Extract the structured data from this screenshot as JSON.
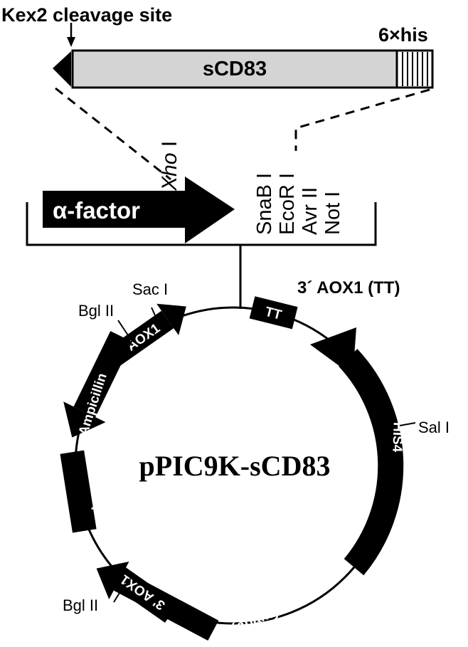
{
  "insert": {
    "kex2_label": "Kex2 cleavage site",
    "gene_label": "sCD83",
    "his_tag_label": "6×his"
  },
  "cassette": {
    "alpha_factor_label": "α-factor",
    "xho_site": "Xho",
    "xho_suffix": " I",
    "sites": [
      "SnaB I",
      "EcoR I",
      "Avr II",
      "Not I"
    ]
  },
  "plasmid": {
    "name": "pPIC9K-sCD83",
    "features": {
      "aox5": "5' AOX1",
      "tt": "TT",
      "tt_label": "3´ AOX1 (TT)",
      "his4": "HIS4",
      "kanamycin": "Kanamycin",
      "aox3": "3' AOX1",
      "pbr322": "pBR322",
      "ampicillin": "Ampicillin"
    },
    "restriction_sites": {
      "sac": "Sac I",
      "bgl_top": "Bgl II",
      "sal": "Sal I",
      "bgl_bottom": "Bgl II"
    }
  },
  "colors": {
    "gene_fill": "#d4d4d4",
    "ink": "#000000"
  }
}
